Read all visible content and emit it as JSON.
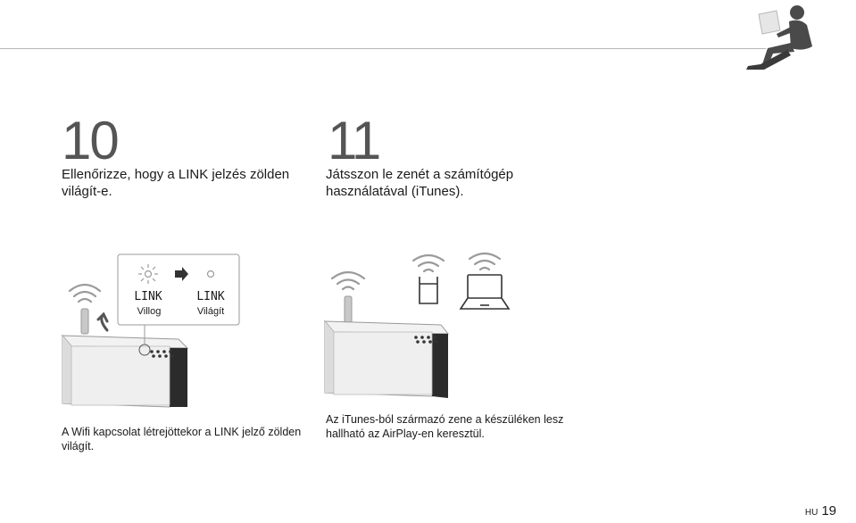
{
  "step10": {
    "number": "10",
    "text_line1": "Ellenőrizze, hogy a LINK jelzés zölden",
    "text_line2": "világít-e.",
    "indicator_label": "LINK",
    "blinking_label": "Villog",
    "lit_label": "Világít",
    "caption_line1": "A Wifi kapcsolat létrejöttekor a LINK jelző zölden",
    "caption_line2": "világít."
  },
  "step11": {
    "number": "11",
    "text_line1": "Játsszon le zenét a számítógép",
    "text_line2": "használatával (iTunes).",
    "caption_line1": "Az iTunes-ból származó zene a készüléken lesz",
    "caption_line2": "hallható az AirPlay-en keresztül."
  },
  "footer": {
    "lang": "HU",
    "page": "19"
  },
  "colors": {
    "text": "#1a1a1a",
    "step_number": "#555555",
    "rule": "#b5b5b5"
  },
  "icons": [
    "person-with-laptop-icon",
    "wifi-signal-icon",
    "router-icon",
    "laptop-icon",
    "speaker-icon",
    "arrow-icon",
    "led-icon"
  ]
}
